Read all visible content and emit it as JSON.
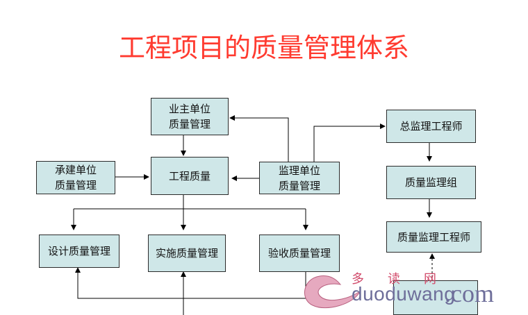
{
  "title": "工程项目的质量管理体系",
  "nodes": {
    "owner": [
      "业主单位",
      "质量管理"
    ],
    "contractor": [
      "承建单位",
      "质量管理"
    ],
    "project_quality": [
      "工程质量"
    ],
    "supervisor_unit": [
      "监理单位",
      "质量管理"
    ],
    "chief_supervisor": [
      "总监理工程师"
    ],
    "quality_group": [
      "质量监理组"
    ],
    "quality_engineer": [
      "质量监理工程师"
    ],
    "design": [
      "设计质量管理"
    ],
    "construction": [
      "实施质量管理"
    ],
    "acceptance": [
      "验收质量管理"
    ]
  },
  "watermark": {
    "chinese": "多读网",
    "latin": "duoduwang",
    "suffix": ".com"
  }
}
